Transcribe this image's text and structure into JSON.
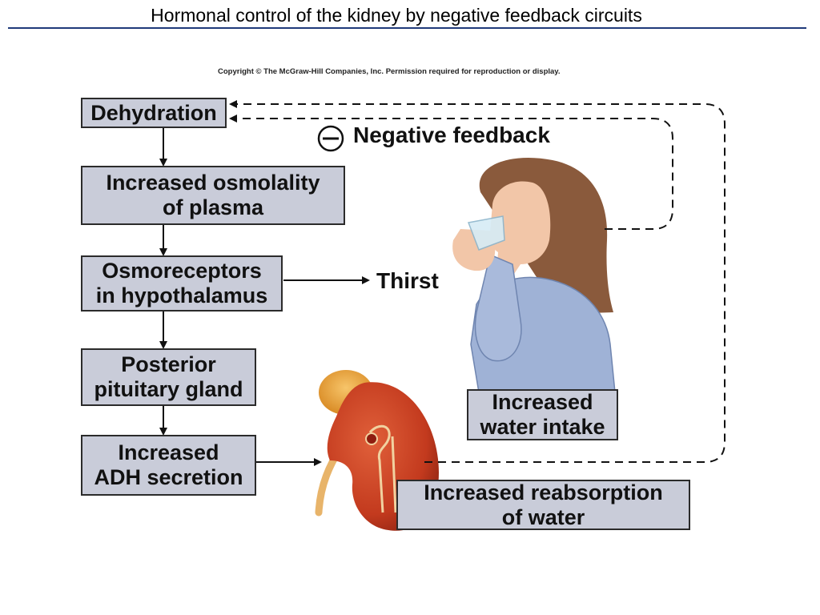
{
  "slide": {
    "title": "Hormonal control of the kidney by negative feedback circuits",
    "copyright": "Copyright © The McGraw-Hill Companies, Inc. Permission required for reproduction or display."
  },
  "diagram": {
    "boxes": {
      "dehydration": "Dehydration",
      "osmolality": "Increased osmolality\nof plasma",
      "osmoreceptors": "Osmoreceptors\nin hypothalamus",
      "pituitary": "Posterior\npituitary gland",
      "adh": "Increased\nADH secretion",
      "water_intake": "Increased\nwater intake",
      "reabsorption": "Increased reabsorption\nof water"
    },
    "labels": {
      "negative_feedback": "Negative feedback",
      "thirst": "Thirst"
    }
  },
  "colors": {
    "box_fill": "#c9ccd9",
    "kidney": "#c33a1e",
    "adrenal": "#e9a13a",
    "shirt": "#9fb2d6",
    "hair": "#8a5a3c",
    "skin": "#f2c6a8"
  }
}
